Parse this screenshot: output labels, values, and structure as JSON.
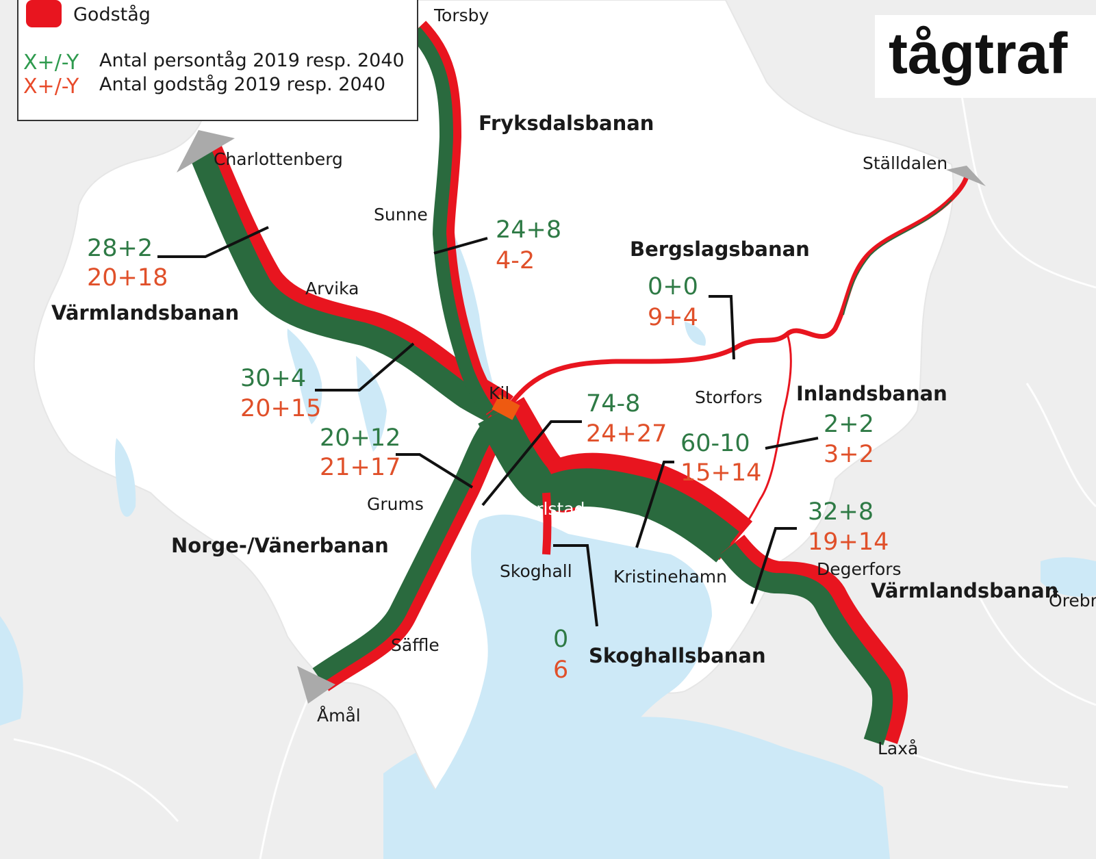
{
  "title": "tågtraf",
  "colors": {
    "background": "#eeeeee",
    "county": "#ffffff",
    "water": "#cde9f7",
    "persontag": "#2a6a3e",
    "godstag": "#e8151f",
    "label_green": "#2e7a45",
    "label_red": "#e0502a",
    "leader": "#111111",
    "border_arrow": "#aaaaaa",
    "junction": "#ee5a11"
  },
  "legend": {
    "swatch_label": "Godståg",
    "key_green": "X+/-Y",
    "key_red": "X+/-Y",
    "persontag_text": "Antal persontåg 2019 resp. 2040",
    "godstag_text": "Antal godståg 2019 resp. 2040"
  },
  "towns": {
    "torsby": "Torsby",
    "charlottenberg": "Charlottenberg",
    "sunne": "Sunne",
    "arvika": "Arvika",
    "kil": "Kil",
    "grums": "Grums",
    "karlstad": "Karlstad",
    "skoghall": "Skoghall",
    "kristinehamn": "Kristinehamn",
    "storfors": "Storfors",
    "stalldalen": "Ställdalen",
    "degerfors": "Degerfors",
    "saffle": "Säffle",
    "amal": "Åmål",
    "laxa": "Laxå",
    "orebro": "Örebro"
  },
  "lines": {
    "fryksdalsbanan": "Fryksdalsbanan",
    "bergslagsbanan": "Bergslagsbanan",
    "varmlandsbanan_west": "Värmlandsbanan",
    "inlandsbanan": "Inlandsbanan",
    "norge_vanerbanan": "Norge-/Vänerbanan",
    "varmlandsbanan_east": "Värmlandsbanan",
    "skoghallsbanan": "Skoghallsbanan"
  },
  "counts": {
    "varmland_west": {
      "persontag": "28+2",
      "godstag": "20+18"
    },
    "fryksdal": {
      "persontag": "24+8",
      "godstag": "4-2"
    },
    "bergslag": {
      "persontag": "0+0",
      "godstag": "9+4"
    },
    "arvika_kil": {
      "persontag": "30+4",
      "godstag": "20+15"
    },
    "kil_karlstad": {
      "persontag": "74-8",
      "godstag": "24+27"
    },
    "norge_vaner": {
      "persontag": "20+12",
      "godstag": "21+17"
    },
    "karlstad_kristinehamn": {
      "persontag": "60-10",
      "godstag": "15+14"
    },
    "inlands": {
      "persontag": "2+2",
      "godstag": "3+2"
    },
    "kristinehamn_degerfors": {
      "persontag": "32+8",
      "godstag": "19+14"
    },
    "skoghall": {
      "persontag": "0",
      "godstag": "6"
    }
  }
}
